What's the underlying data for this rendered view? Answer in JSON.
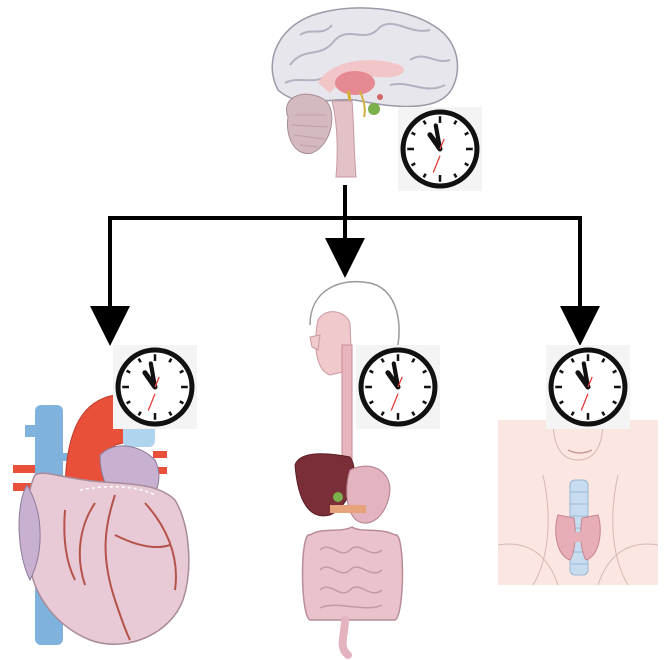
{
  "diagram": {
    "nodes": [
      {
        "id": "brain",
        "icon": "brain-icon",
        "clock_icon": "clock-icon"
      },
      {
        "id": "heart",
        "icon": "heart-icon",
        "clock_icon": "clock-icon"
      },
      {
        "id": "digestive",
        "icon": "digestive-system-icon",
        "clock_icon": "clock-icon"
      },
      {
        "id": "thyroid",
        "icon": "thyroid-icon",
        "clock_icon": "clock-icon"
      }
    ],
    "edges": [
      {
        "from": "brain",
        "to": "heart"
      },
      {
        "from": "brain",
        "to": "digestive"
      },
      {
        "from": "brain",
        "to": "thyroid"
      }
    ],
    "colors": {
      "arrow": "#000000",
      "brain_tissue": "#e8e8ee",
      "artery": "#e8503a",
      "vein": "#7fb2dd",
      "heart_muscle": "#e8c9d6",
      "liver": "#7a2e38",
      "intestine": "#e3b3c0",
      "thyroid": "#e8aeb8",
      "skin": "#fbe6e2",
      "clock_hand_second": "#e53935"
    }
  }
}
